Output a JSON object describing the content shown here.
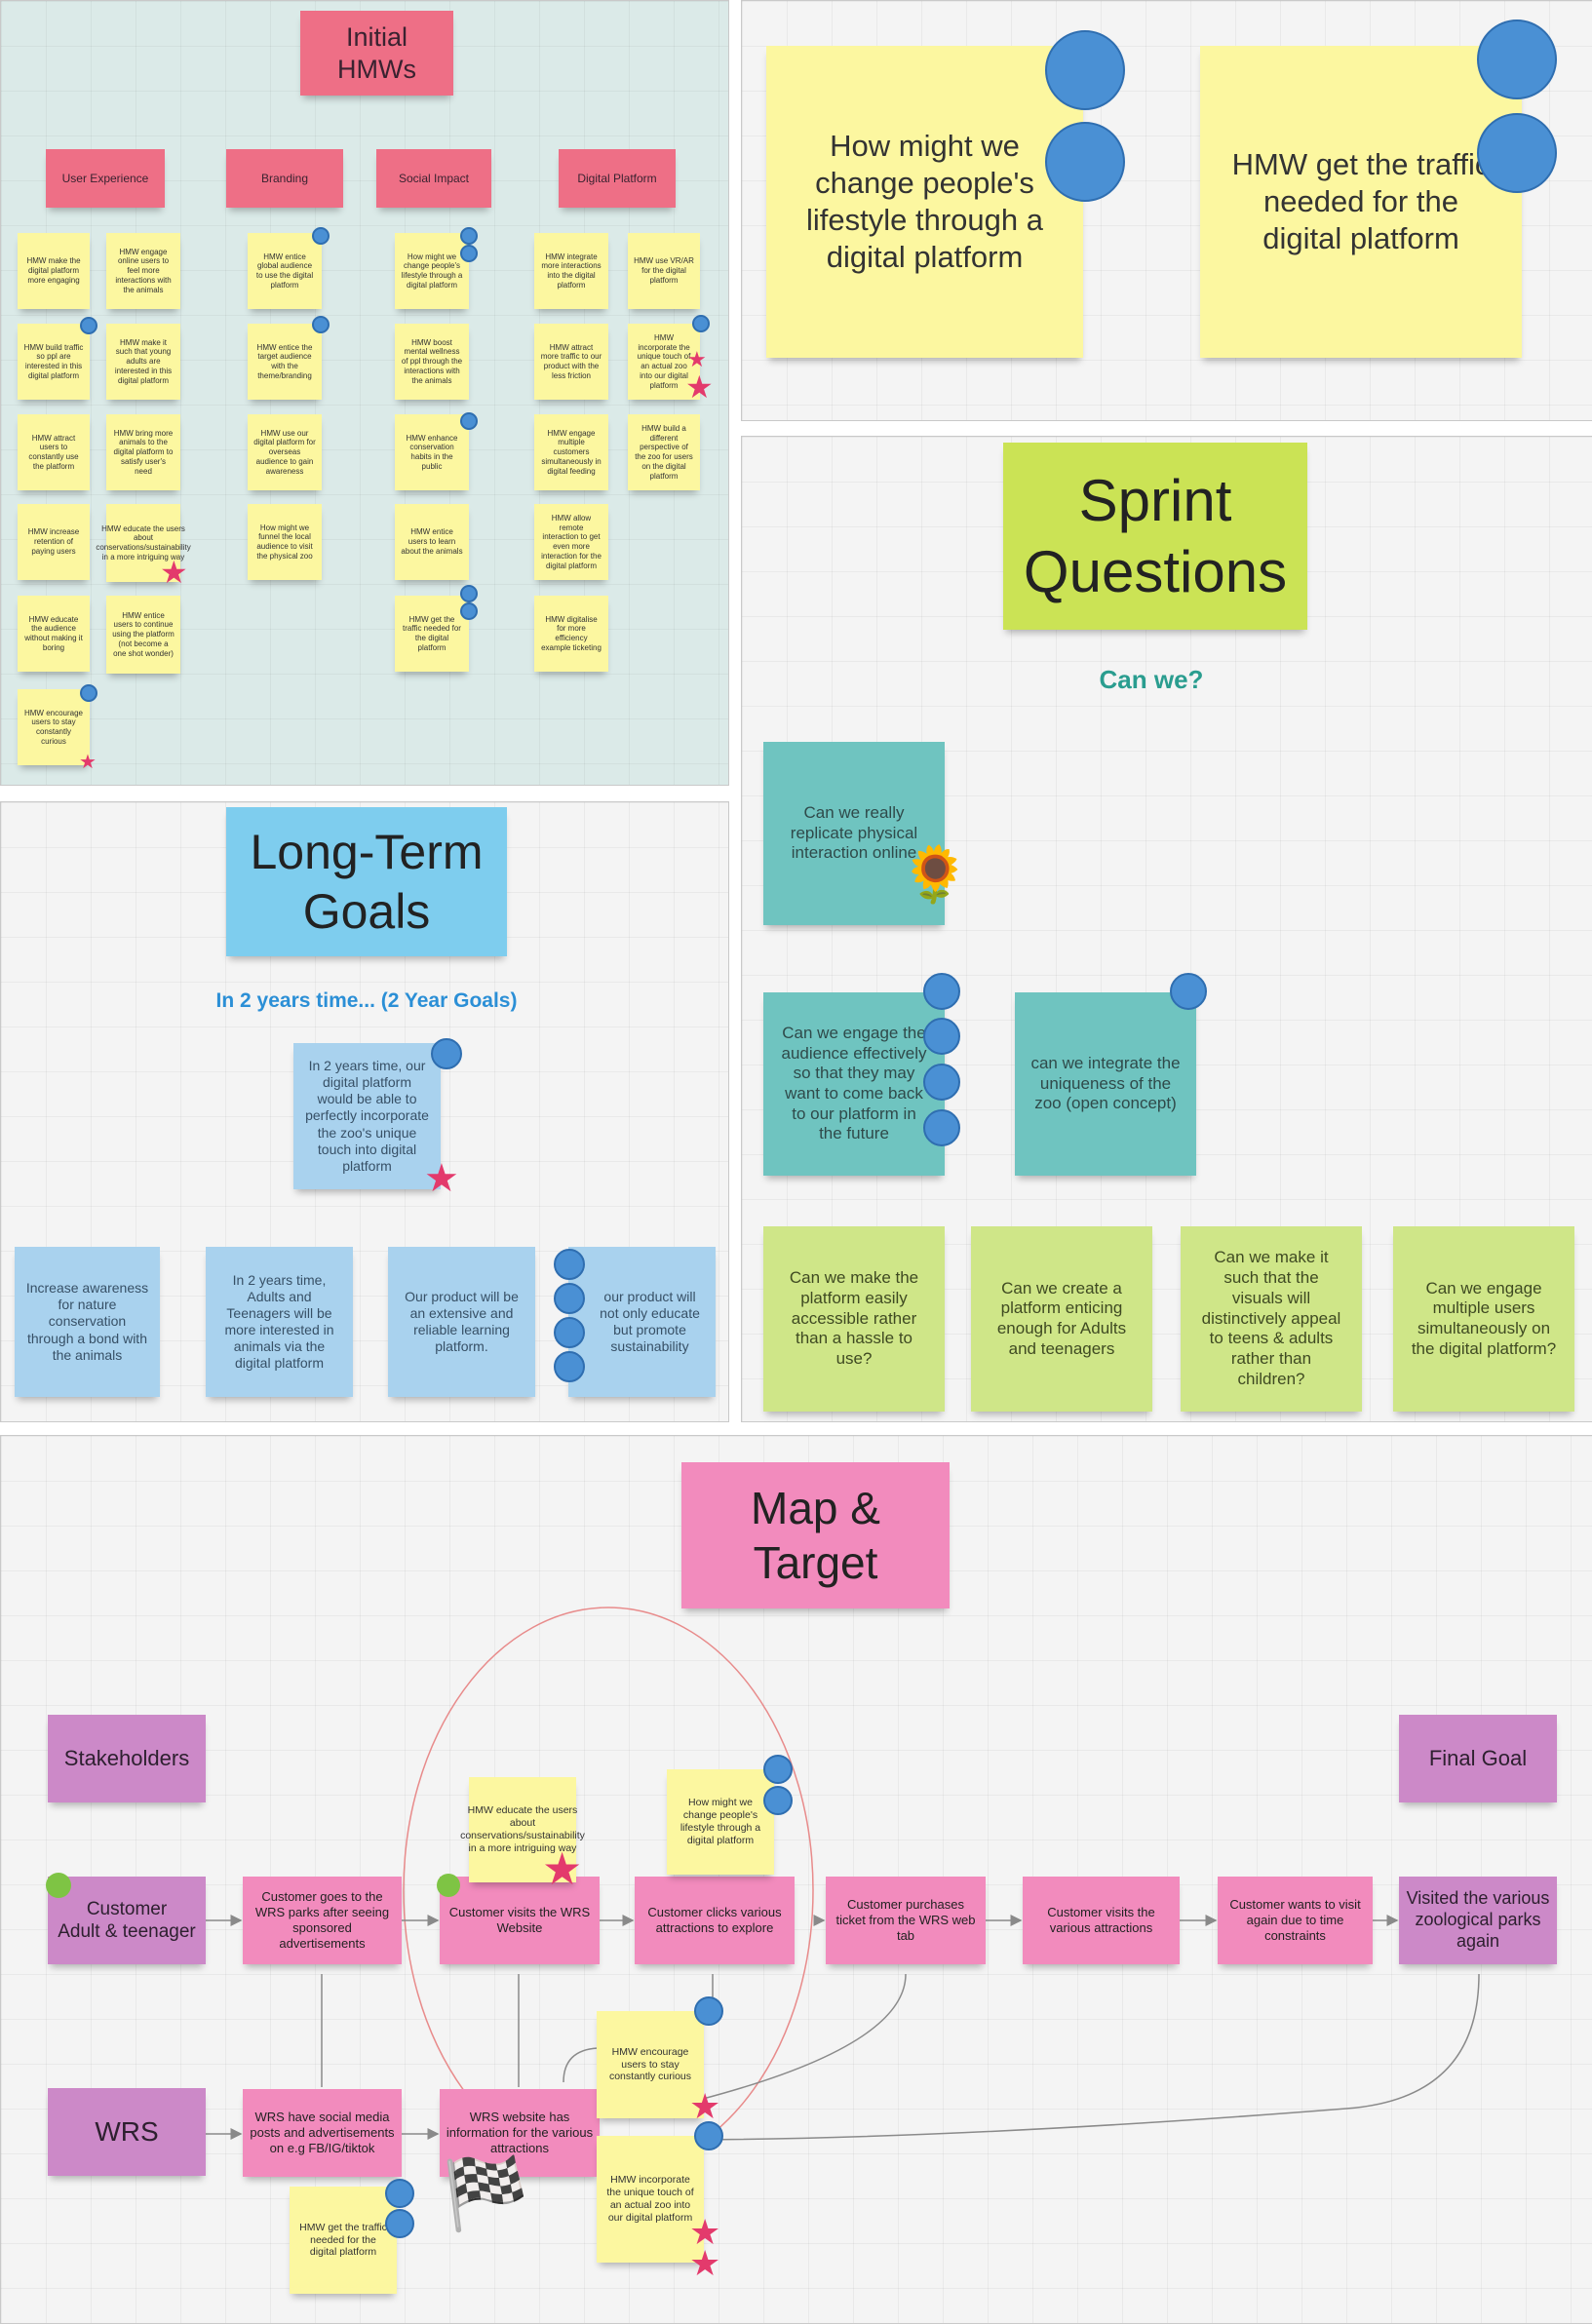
{
  "hmw": {
    "title": "Initial\nHMWs",
    "categories": [
      "User Experience",
      "Branding",
      "Social Impact",
      "Digital Platform"
    ],
    "notes": [
      "HMW make the digital platform more engaging",
      "HMW engage online users to feel more interactions with the animals",
      "HMW build traffic so ppl are interested in this digital platform",
      "HMW make it such that young adults are interested in this digital platform",
      "HMW attract users to constantly use the platform",
      "HMW bring more animals to the digital platform to satisfy user's need",
      "HMW increase retention of paying users",
      "HMW educate the users about conservations/sustainability in a more intriguing way",
      "HMW educate the audience without making it boring",
      "HMW entice users to continue using the platform (not become a one shot wonder)",
      "HMW encourage users to stay constantly curious",
      "HMW entice global audience to use the digital platform",
      "HMW entice the target audience with the theme/branding",
      "HMW use our digital platform for overseas audience to gain awareness",
      "How might we funnel the local audience to visit the physical zoo",
      "How might we change people's lifestyle through a digital platform",
      "HMW boost mental wellness of ppl through the interactions with the animals",
      "HMW enhance conservation habits in the public",
      "HMW entice users to learn about the animals",
      "HMW get the traffic needed for the digital platform",
      "HMW integrate more interactions into the digital platform",
      "HMW use VR/AR for the digital platform",
      "HMW attract more traffic to our product with the less friction",
      "HMW incorporate the unique touch of an actual zoo into our digital platform",
      "HMW engage multiple customers simultaneously in digital feeding",
      "HMW build a different perspective of the zoo for users on the digital platform",
      "HMW allow remote interaction to get even more interaction for the digital platform",
      "HMW digitalise for more efficiency example ticketing"
    ]
  },
  "top_right": {
    "notes": [
      "How might we change people's lifestyle through a digital platform",
      "HMW get the traffic needed for the digital platform"
    ]
  },
  "sprint": {
    "title": "Sprint\nQuestions",
    "subtitle": "Can we?",
    "notes": [
      "Can we really replicate physical interaction online",
      "Can we engage the audience effectively so that they may want to come back to our platform in the future",
      "can we integrate the uniqueness of the zoo (open concept)",
      "Can we make the platform easily accessible rather than a hassle to use?",
      "Can we create a platform enticing enough for Adults and teenagers",
      "Can we make it such that the visuals will distinctively appeal to teens & adults rather than children?",
      "Can we engage multiple users simultaneously on the digital platform?"
    ],
    "sunflower": "🌻"
  },
  "goals": {
    "title": "Long-Term\nGoals",
    "subtitle": "In 2 years time... (2 Year Goals)",
    "main_note": "In 2 years time, our digital platform would be able to perfectly incorporate the zoo's unique touch into  digital platform",
    "notes": [
      "Increase awareness for nature conservation through a bond with the animals",
      "In 2 years time, Adults and Teenagers will be more interested in animals via the digital platform",
      "Our product will be an extensive and reliable learning platform.",
      "our product will not only educate but promote sustainability"
    ]
  },
  "map": {
    "title": "Map &\nTarget",
    "stakeholders": "Stakeholders",
    "final_goal": "Final Goal",
    "customer": "Customer\nAdult & teenager",
    "wrs": "WRS",
    "steps": [
      "Customer goes to the WRS parks after seeing sponsored advertisements",
      "Customer visits the WRS Website",
      "Customer clicks various attractions to explore",
      "Customer purchases ticket from the WRS web tab",
      "Customer visits the various attractions",
      "Customer wants to visit again due to time constraints",
      "Visited the various zoological parks again"
    ],
    "wrs_steps": [
      "WRS have social media posts and advertisements on e.g FB/IG/tiktok",
      "WRS website has information for the various attractions"
    ],
    "hmw_notes": [
      "HMW educate the users about conservations/sustainability in a more intriguing way",
      "How might we change people's lifestyle through a digital platform",
      "HMW encourage users to stay constantly curious",
      "HMW incorporate the unique touch of an actual zoo into our digital platform",
      "HMW get the traffic needed for the digital platform"
    ],
    "flag": "🏁"
  },
  "colors": {
    "vote_dot": "#4a90d4",
    "star": "#e33a6c",
    "subtitle_teal": "#2a9d8f",
    "subtitle_blue": "#2b8fd6",
    "target_circle": "#e88b8b"
  }
}
